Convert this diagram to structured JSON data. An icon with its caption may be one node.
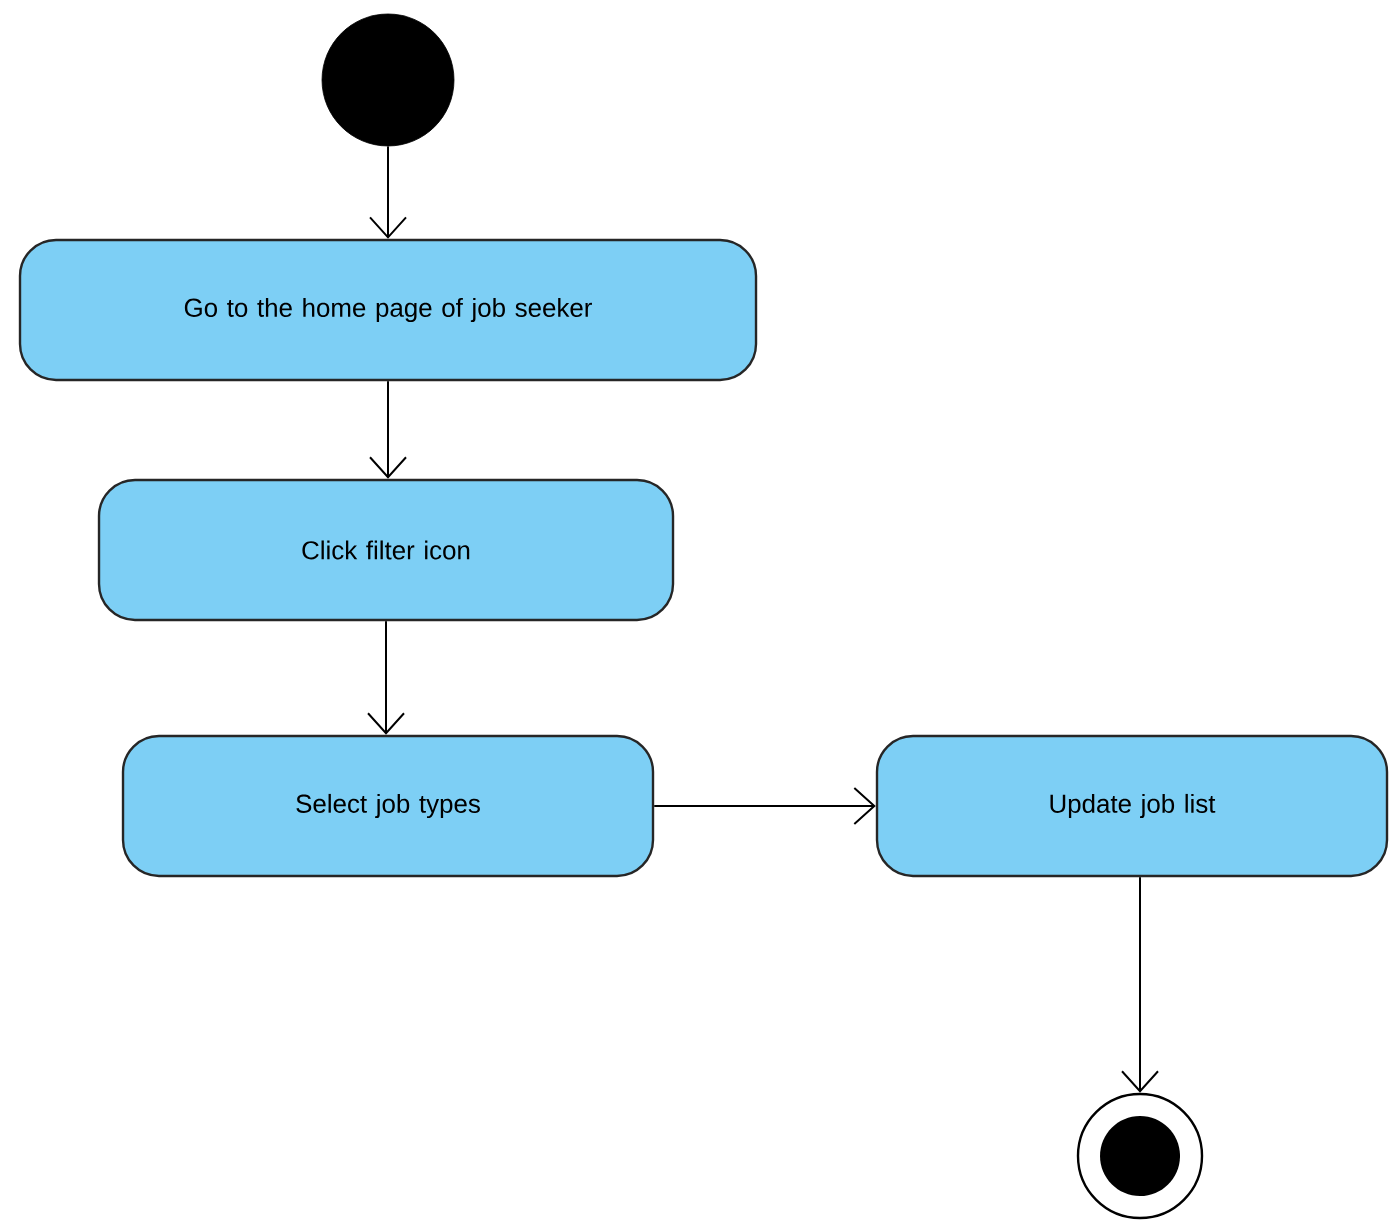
{
  "diagram": {
    "nodes": [
      {
        "text": [],
        "shape": "circle"
      },
      {
        "text": [
          "Go to the home page of job seeker"
        ]
      },
      {
        "text": [
          "Click filter icon"
        ]
      },
      {
        "text": [
          "Select job types"
        ]
      },
      {
        "text": [
          "Update job list"
        ]
      },
      {
        "text": [],
        "shape": "bullseye"
      }
    ],
    "edges": [
      {
        "from": 0,
        "to": 1,
        "arrow": "to"
      },
      {
        "from": 1,
        "to": 2,
        "arrow": "to"
      },
      {
        "from": 2,
        "to": 3,
        "arrow": "to"
      },
      {
        "from": 3,
        "to": 4,
        "arrow": "to"
      },
      {
        "from": 4,
        "to": 5,
        "arrow": "to"
      }
    ]
  }
}
